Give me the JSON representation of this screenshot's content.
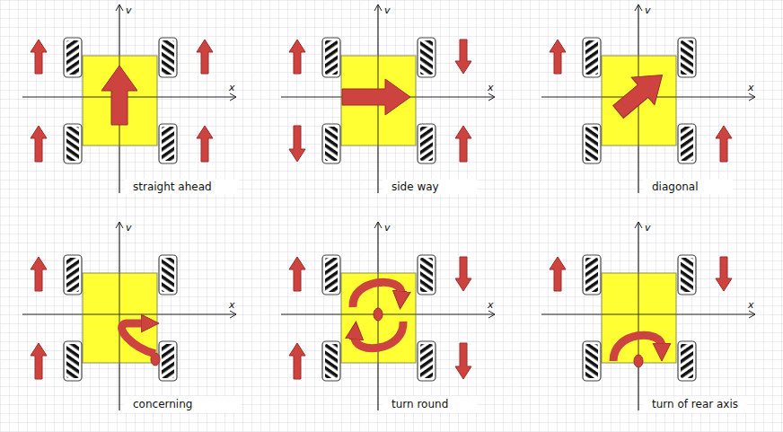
{
  "diagram": {
    "labels": [
      "v",
      "x",
      "straight ahead",
      "v",
      "x",
      "side way",
      "v",
      "x",
      "diagonal",
      "v",
      "x",
      "concerning",
      "v",
      "x",
      "turn round",
      "v",
      "x",
      "turn of rear axis"
    ]
  }
}
